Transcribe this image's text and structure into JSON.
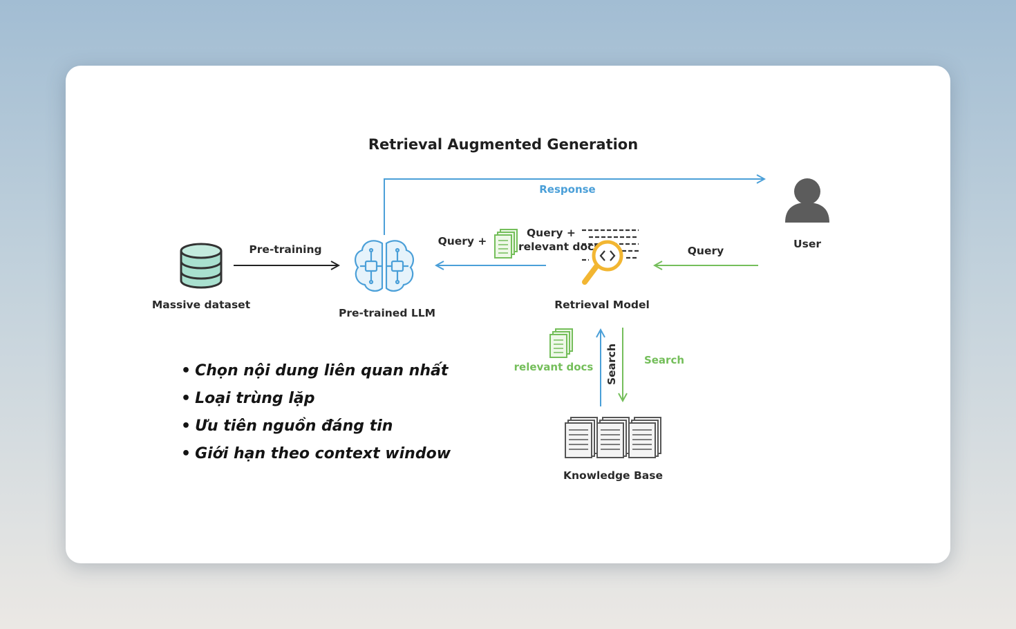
{
  "diagram": {
    "title": "Retrieval Augmented Generation",
    "nodes": {
      "dataset": "Massive dataset",
      "llm": "Pre-trained LLM",
      "retrieval": "Retrieval Model",
      "user": "User",
      "kb": "Knowledge Base"
    },
    "edges": {
      "pretraining": "Pre-training",
      "response": "Response",
      "query_plus": "Query  +",
      "query_plus_docs_1": "Query  +",
      "query_plus_docs_2": "relevant docs",
      "user_query": "Query",
      "relevant_docs": "relevant docs",
      "search_up": "Search",
      "search_down": "Search"
    },
    "colors": {
      "blue": "#4a9fd8",
      "green": "#74be5a",
      "teal": "#a9e0cf",
      "gray": "#5c5c5c",
      "yellow": "#f2b632"
    }
  },
  "bullets": [
    "Chọn nội dung liên quan nhất",
    "Loại trùng lặp",
    "Ưu tiên nguồn đáng tin",
    "Giới hạn theo context window"
  ]
}
